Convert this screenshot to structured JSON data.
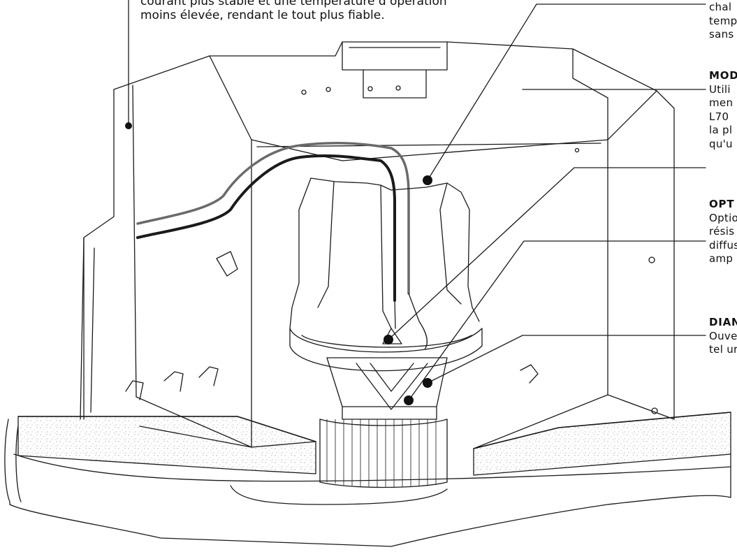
{
  "callouts": {
    "left": {
      "lines": [
        "courant plus stable et une température d’opération",
        "moins élevée, rendant le tout plus fiable."
      ]
    },
    "right": [
      {
        "title": "",
        "lines": [
          "chal",
          "temp",
          "sans"
        ]
      },
      {
        "title": "MOD",
        "lines": [
          "Utili",
          "men",
          "L70",
          "la pl",
          "qu'u"
        ]
      },
      {
        "title": "OPT",
        "lines": [
          "Optio",
          "résis",
          "diffus",
          "amp"
        ]
      },
      {
        "title": "DIAN",
        "lines": [
          "Ouve",
          "tel ur"
        ]
      }
    ]
  },
  "colors": {
    "line": "#1a1a1a",
    "insulation_speckle": "#9a9a9a",
    "background": "#ffffff"
  }
}
